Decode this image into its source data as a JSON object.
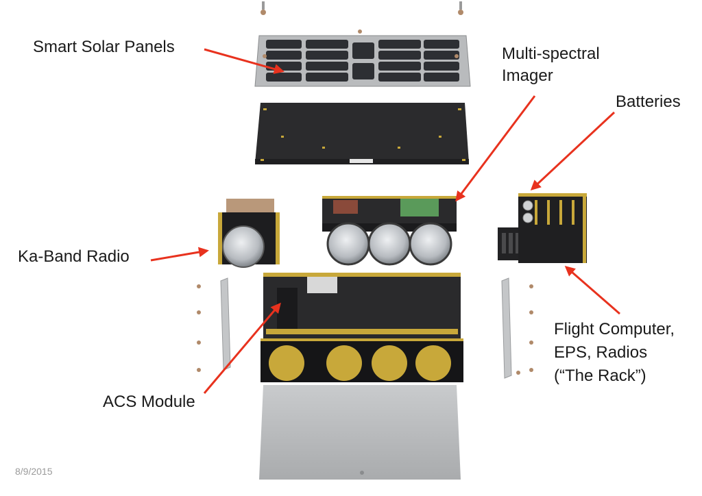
{
  "labels": {
    "solar_panels": "Smart Solar Panels",
    "imager_line1": "Multi-spectral",
    "imager_line2": "Imager",
    "batteries": "Batteries",
    "radio": "Ka-Band Radio",
    "rack_line1": "Flight Computer,",
    "rack_line2": "EPS, Radios",
    "rack_line3": "(“The Rack”)",
    "acs": "ACS Module"
  },
  "footer": {
    "date": "8/9/2015"
  },
  "colors": {
    "arrow": "#e8321e",
    "panel_dark": "#2c2c2e",
    "frame_gold": "#c8a83a",
    "sheet_gray": "#b9bbbd",
    "lens_silver": "#c9ccd0"
  }
}
